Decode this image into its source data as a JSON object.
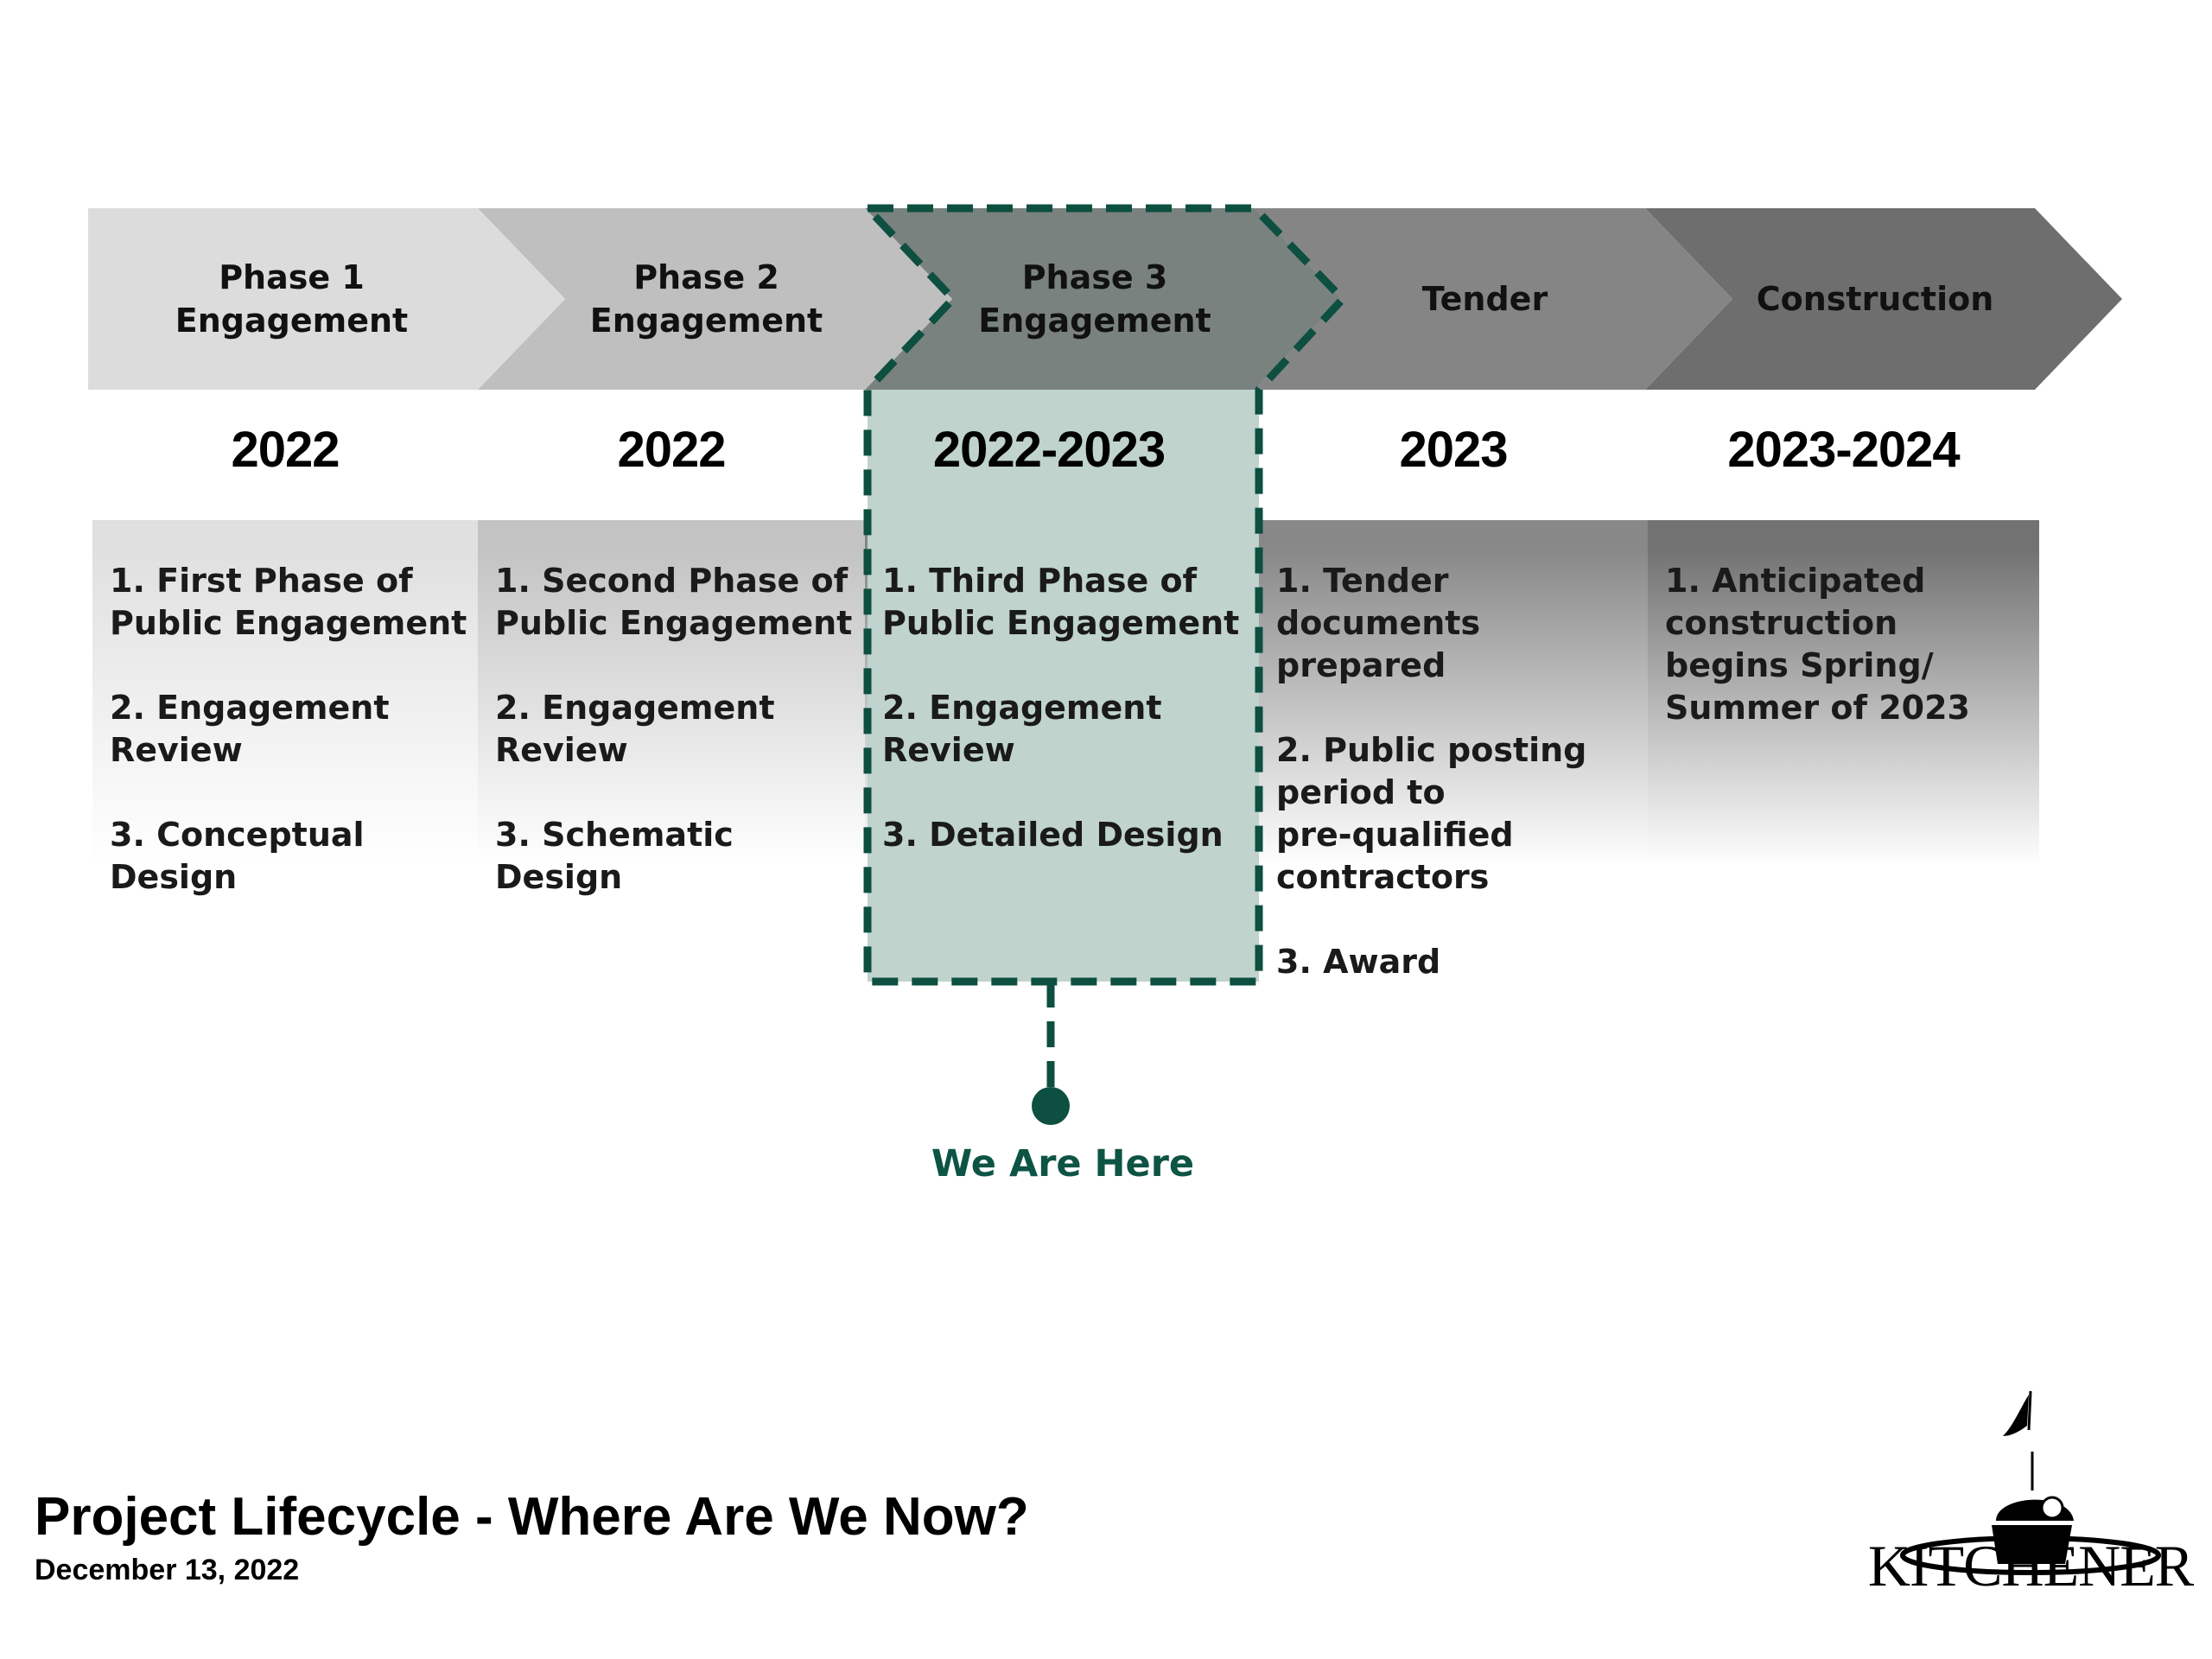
{
  "phases": [
    {
      "label": "Phase 1\nEngagement",
      "year": "2022",
      "items": [
        "1. First Phase of\nPublic Engagement",
        "2. Engagement\nReview",
        "3. Conceptual\nDesign"
      ],
      "color": "#dcdcdc",
      "box_color": "#e0e0e0"
    },
    {
      "label": "Phase 2\nEngagement",
      "year": "2022",
      "items": [
        "1. Second Phase of\nPublic Engagement",
        "2. Engagement\nReview",
        "3. Schematic\nDesign"
      ],
      "color": "#bfbfbf",
      "box_color": "#c3c3c3"
    },
    {
      "label": "Phase 3\nEngagement",
      "year": "2022-2023",
      "items": [
        "1. Third Phase of\nPublic Engagement",
        "2. Engagement\nReview",
        "3. Detailed Design"
      ],
      "color": "#79827f",
      "box_color": "#7f8985"
    },
    {
      "label": "Tender",
      "year": "2023",
      "items": [
        "1. Tender\ndocuments\nprepared",
        "2. Public posting\nperiod to\npre-qualified\ncontractors",
        "3. Award"
      ],
      "color": "#858585",
      "box_color": "#888888"
    },
    {
      "label": "Construction",
      "year": "2023-2024",
      "items": [
        "1. Anticipated\nconstruction\nbegins Spring/\nSummer of 2023"
      ],
      "color": "#6e6e6e",
      "box_color": "#727272"
    }
  ],
  "marker": {
    "label": "We Are Here",
    "color": "#0d5445",
    "highlight_fill": "#c0d3cd"
  },
  "footer": {
    "title": "Project Lifecycle - Where Are We Now?",
    "date": "December 13, 2022"
  },
  "logo": {
    "text": "KITCHENER"
  }
}
